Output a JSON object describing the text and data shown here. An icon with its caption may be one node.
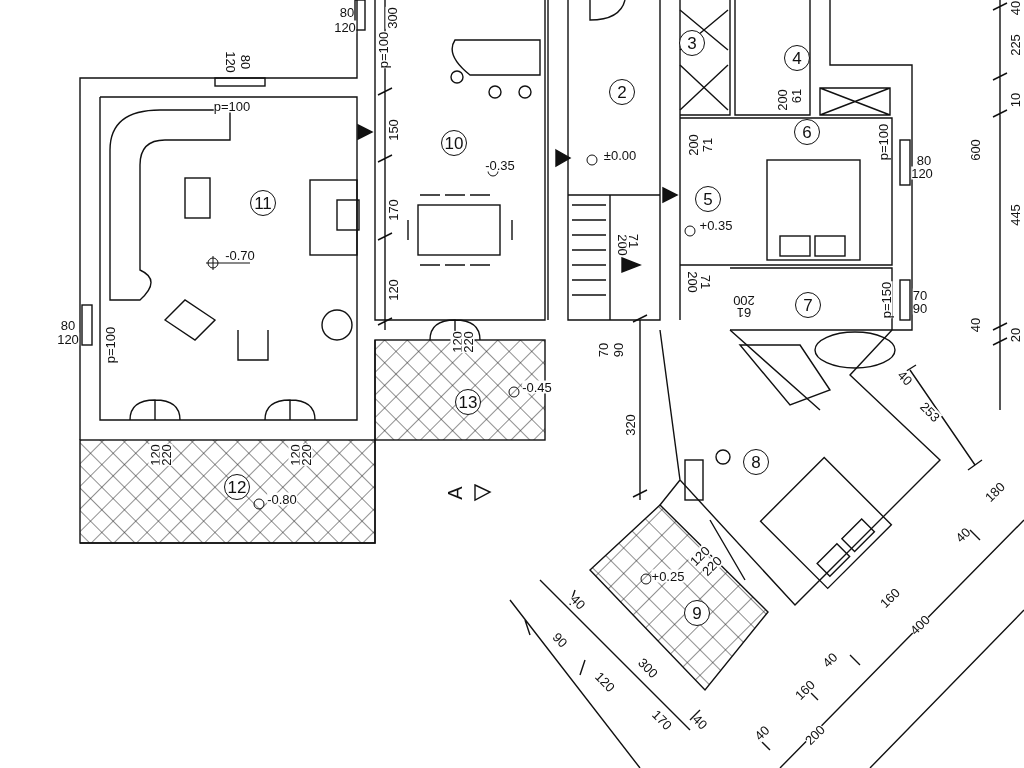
{
  "diagram": {
    "nodes": [
      {
        "text": [
          "2"
        ],
        "beside": [
          "±0.00"
        ]
      },
      {
        "text": [
          "3"
        ]
      },
      {
        "text": [
          "4"
        ]
      },
      {
        "text": [
          "5"
        ],
        "beside": [
          "+0.35"
        ]
      },
      {
        "text": [
          "6"
        ]
      },
      {
        "text": [
          "7"
        ]
      },
      {
        "text": [
          "8"
        ]
      },
      {
        "text": [
          "9"
        ],
        "beside": [
          "+0.25"
        ]
      },
      {
        "text": [
          "10"
        ],
        "beside": [
          "-0.35"
        ]
      },
      {
        "text": [
          "11"
        ],
        "beside": [
          "-0.70"
        ]
      },
      {
        "text": [
          "12"
        ],
        "beside": [
          "-0.80"
        ]
      },
      {
        "text": [
          "13"
        ],
        "beside": [
          "-0.45"
        ]
      }
    ],
    "labels": [
      "80",
      "120",
      "300",
      "p=100",
      "40",
      "225",
      "120",
      "80",
      "p=100",
      "10",
      "200",
      "61",
      "150",
      "200",
      "71",
      "p=100",
      "600",
      "80",
      "120",
      "170",
      "445",
      "200",
      "71",
      "200",
      "71",
      "120",
      "p=150",
      "70",
      "200",
      "90",
      "61",
      "80",
      "40",
      "20",
      "120",
      "p=100",
      "120",
      "220",
      "70",
      "90",
      "40",
      "253",
      "320",
      "120",
      "220",
      "120",
      "220",
      "A",
      "180",
      "40",
      "120",
      "220",
      "40",
      "160",
      "400",
      "90",
      "300",
      "40",
      "120",
      "160",
      "170",
      "40",
      "40",
      "200"
    ]
  }
}
